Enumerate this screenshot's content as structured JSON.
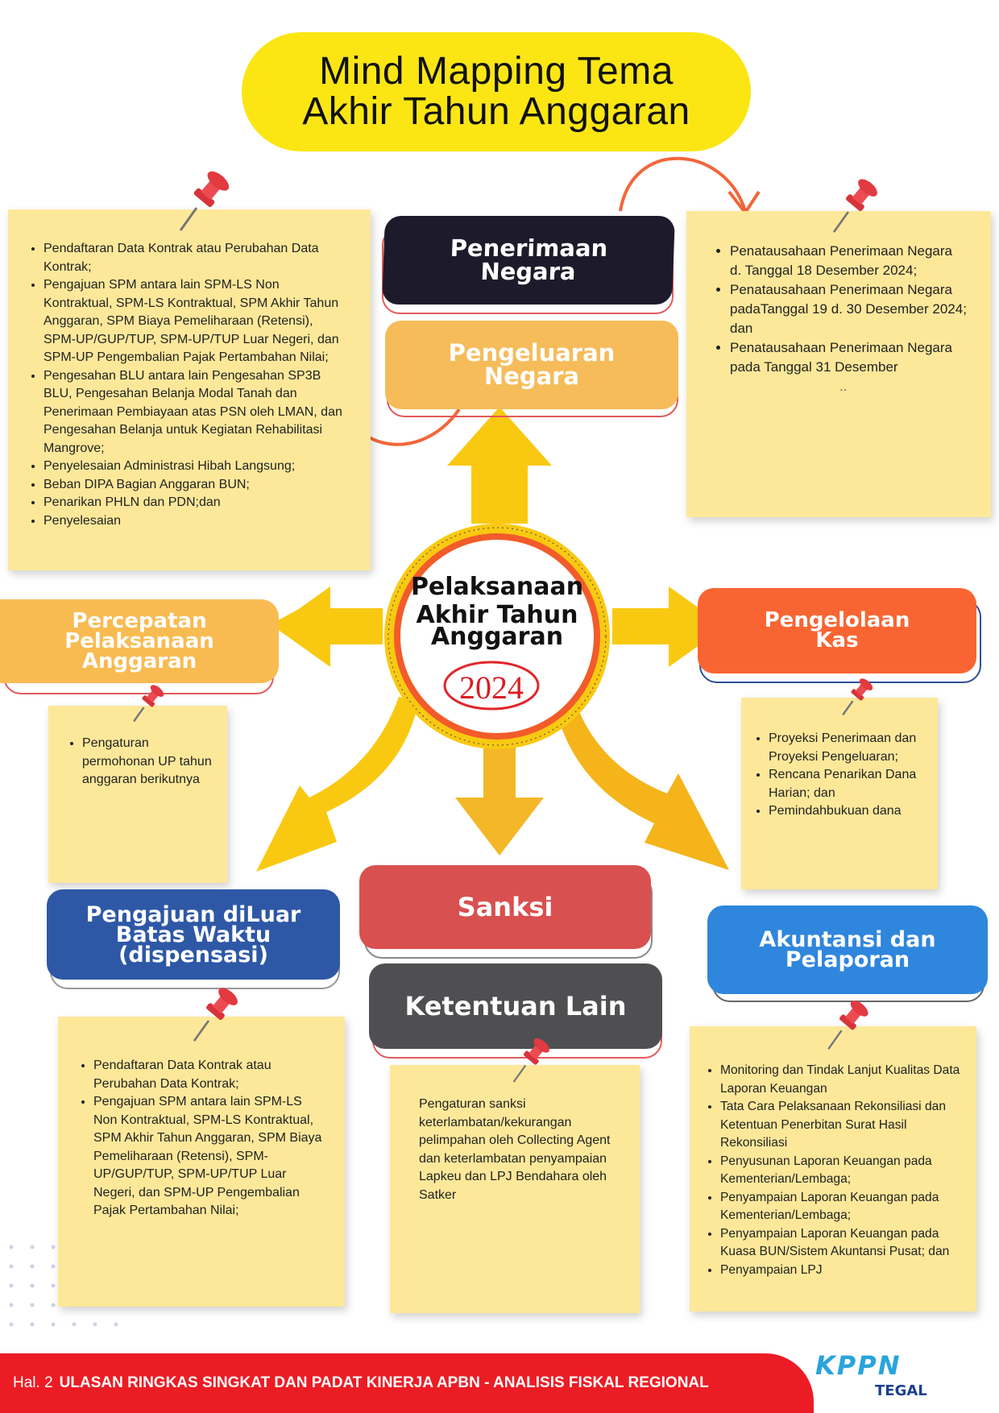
{
  "title": {
    "line1": "Mind Mapping Tema",
    "line2": "Akhir Tahun Anggaran"
  },
  "center": {
    "line1": "Pelaksanaan",
    "line2": "Akhir Tahun",
    "line3": "Anggaran",
    "year": "2024"
  },
  "nodes": {
    "penerimaan": {
      "line1": "Penerimaan",
      "line2": "Negara"
    },
    "pengeluaran": {
      "line1": "Pengeluaran",
      "line2": "Negara"
    },
    "percepatan": {
      "line1": "Percepatan",
      "line2": "Pelaksanaan",
      "line3": "Anggaran"
    },
    "pengelolaan": {
      "line1": "Pengelolaan",
      "line2": "Kas"
    },
    "pengajuan": {
      "line1": "Pengajuan diLuar",
      "line2": "Batas Waktu",
      "line3": "(dispensasi)"
    },
    "sanksi": {
      "line1": "Sanksi"
    },
    "ketentuan": {
      "line1": "Ketentuan Lain"
    },
    "akuntansi": {
      "line1": "Akuntansi dan",
      "line2": "Pelaporan"
    }
  },
  "notes": {
    "pengeluaran_items": [
      "Pendaftaran Data Kontrak atau Perubahan Data Kontrak;",
      "Pengajuan SPM antara lain SPM-LS Non Kontraktual, SPM-LS Kontraktual, SPM Akhir Tahun Anggaran, SPM Biaya Pemeliharaan (Retensi), SPM-UP/GUP/TUP, SPM-UP/TUP Luar Negeri, dan SPM-UP Pengembalian Pajak Pertambahan Nilai;",
      "Pengesahan BLU antara lain Pengesahan SP3B BLU, Pengesahan Belanja Modal Tanah dan Penerimaan Pembiayaan atas PSN oleh LMAN, dan Pengesahan Belanja untuk Kegiatan Rehabilitasi Mangrove;",
      "Penyelesaian Administrasi Hibah Langsung;",
      "Beban DIPA Bagian Anggaran BUN;",
      "Penarikan PHLN dan PDN;dan",
      "Penyelesaian"
    ],
    "penerimaan_items": [
      "Penatausahaan Penerimaan Negara d. Tanggal 18 Desember 2024;",
      "Penatausahaan Penerimaan Negara padaTanggal 19 d. 30 Desember 2024; dan",
      "Penatausahaan Penerimaan Negara pada Tanggal 31 Desember"
    ],
    "penerimaan_dots": "..",
    "percepatan_items": [
      "Pengaturan permohonan UP tahun anggaran berikutnya"
    ],
    "pengelolaan_items": [
      "Proyeksi Penerimaan dan Proyeksi Pengeluaran;",
      "Rencana Penarikan Dana Harian; dan",
      "Pemindahbukuan dana"
    ],
    "pengajuan_items": [
      "Pendaftaran Data Kontrak atau Perubahan Data Kontrak;",
      "Pengajuan SPM antara lain SPM-LS Non Kontraktual, SPM-LS Kontraktual, SPM Akhir Tahun Anggaran, SPM Biaya Pemeliharaan (Retensi), SPM-UP/GUP/TUP, SPM-UP/TUP Luar Negeri, dan SPM-UP Pengembalian Pajak Pertambahan Nilai;"
    ],
    "sanksi_text": "Pengaturan sanksi keterlambatan/kekurangan pelimpahan oleh Collecting Agent dan keterlambatan penyampaian Lapkeu dan LPJ Bendahara oleh Satker",
    "akuntansi_items": [
      "Monitoring dan Tindak Lanjut Kualitas Data Laporan Keuangan",
      "Tata Cara Pelaksanaan Rekonsiliasi dan Ketentuan Penerbitan Surat Hasil Rekonsiliasi",
      "Penyusunan Laporan Keuangan pada Kementerian/Lembaga;",
      "Penyampaian Laporan Keuangan pada Kementerian/Lembaga;",
      "Penyampaian Laporan Keuangan pada Kuasa BUN/Sistem Akuntansi Pusat; dan",
      "Penyampaian LPJ"
    ]
  },
  "footer": {
    "page": "Hal. 2",
    "text": "ULASAN RINGKAS SINGKAT DAN PADAT KINERJA APBN - ANALISIS FISKAL REGIONAL"
  },
  "logo": {
    "name": "KPPN",
    "city": "TEGAL"
  },
  "colors": {
    "title_bg": "#fbe614",
    "note_bg": "#fde89a",
    "arrow_yellow": "#f9c912",
    "penerimaan": "#1d1b2b",
    "pengeluaran": "#f6bc5a",
    "percepatan": "#f8bb52",
    "pengelolaan": "#f96532",
    "pengajuan": "#2e58a6",
    "sanksi": "#d95050",
    "ketentuan": "#4f4f52",
    "akuntansi": "#2f86dd",
    "footer": "#ec1c24"
  }
}
